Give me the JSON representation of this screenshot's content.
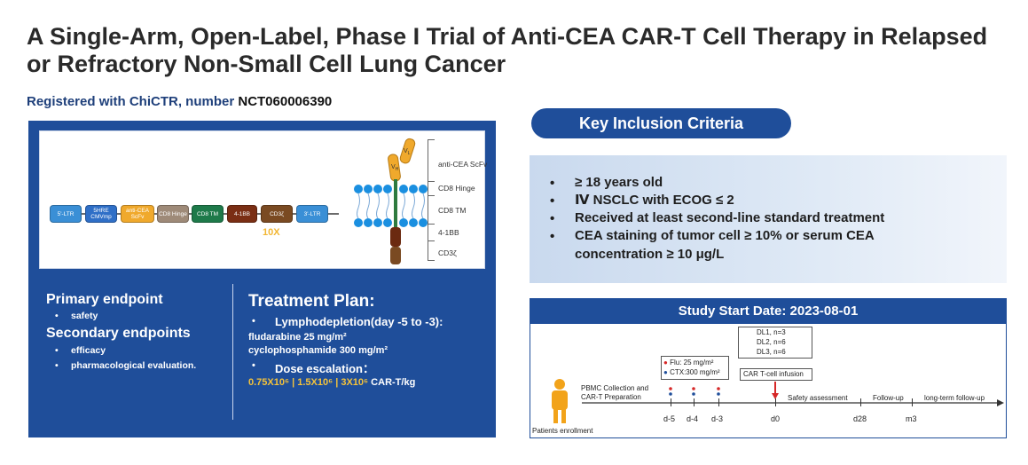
{
  "title": "A Single-Arm, Open-Label, Phase I Trial of Anti-CEA CAR-T Cell Therapy in Relapsed or Refractory Non-Small Cell Lung Cancer",
  "registration": {
    "prefix": "Registered with ChiCTR, number ",
    "number": "NCT060006390"
  },
  "construct": {
    "segments": [
      {
        "label": "5'-LTR",
        "color": "#3a8fd6"
      },
      {
        "label": "5HRE CMVmp",
        "color": "#2f6fc7"
      },
      {
        "label": "anti-CEA ScFv",
        "color": "#f0a92c"
      },
      {
        "label": "CD8 Hinge",
        "color": "#9e8a78"
      },
      {
        "label": "CD8 TM",
        "color": "#1e7a4a"
      },
      {
        "label": "4-1BB",
        "color": "#7a2e14"
      },
      {
        "label": "CD3ζ",
        "color": "#7a4a22"
      },
      {
        "label": "3'-LTR",
        "color": "#3a8fd6"
      }
    ],
    "multiplier": "10X",
    "domains": [
      "anti-CEA ScFv",
      "CD8 Hinge",
      "CD8 TM",
      "4-1BB",
      "CD3ζ"
    ],
    "vh_label": "VH",
    "vl_label": "VL"
  },
  "endpoints": {
    "primary_title": "Primary endpoint",
    "primary_items": [
      "safety"
    ],
    "secondary_title": "Secondary endpoints",
    "secondary_items": [
      "efficacy",
      "pharmacological evaluation."
    ]
  },
  "treatment": {
    "title": "Treatment Plan:",
    "lympho_title": "Lymphodepletion(day -5 to -3):",
    "flu": "fludarabine 25 mg/m²",
    "cyclo": "cyclophosphamide 300 mg/m²",
    "dose_title": "Dose escalation：",
    "dose_values": "0.75X10⁶ | 1.5X10⁶ | 3X10⁶",
    "dose_unit": " CAR-T/kg"
  },
  "inclusion": {
    "title": "Key Inclusion Criteria",
    "items": [
      "≥ 18 years old",
      "Ⅳ NSCLC with ECOG ≤ 2",
      "Received at least second-line standard treatment",
      "CEA staining of tumor cell ≥ 10% or serum CEA",
      "concentration ≥ 10 μg/L"
    ]
  },
  "study": {
    "start_label": "Study Start Date: 2023-08-01",
    "dose_levels": [
      "DL1, n=3",
      "DL2, n=6",
      "DL3, n=6"
    ],
    "flu_note": "Flu: 25 mg/m²",
    "ctx_note": "CTX:300 mg/m²",
    "infusion": "CAR T-cell infusion",
    "pbmc_line1": "PBMC Collection and",
    "pbmc_line2": "CAR-T Preparation",
    "safety": "Safety assessment",
    "followup": "Follow-up",
    "longterm": "long-term follow-up",
    "days": [
      "d-5",
      "d-4",
      "d-3",
      "d0",
      "d28",
      "m3"
    ],
    "enrollment": "Patients enrollment",
    "colors": {
      "flu": "#d62828",
      "ctx": "#1f4e9a",
      "arrow": "#d62828",
      "person": "#f2a31a"
    }
  }
}
